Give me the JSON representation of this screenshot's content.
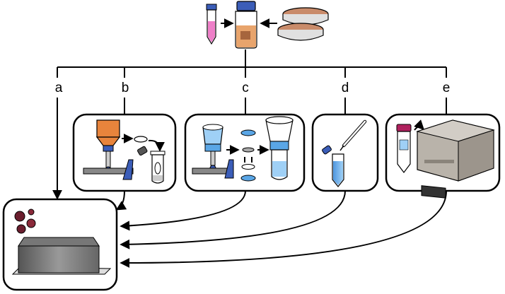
{
  "branches": [
    {
      "id": "a",
      "label": "a"
    },
    {
      "id": "b",
      "label": "b"
    },
    {
      "id": "c",
      "label": "c"
    },
    {
      "id": "d",
      "label": "d"
    },
    {
      "id": "e",
      "label": "e"
    }
  ],
  "icons": {
    "source": [
      "pink-sample-tube-icon",
      "sample-jar-icon",
      "petri-dish-icon"
    ],
    "method_b": [
      "vacuum-filter-funnel-icon",
      "filter-disc-icon",
      "cap-icon",
      "tube-with-filter-icon"
    ],
    "method_c": [
      "filter-unit-icon",
      "filter-membrane-icon",
      "swap-arrows-icon",
      "filter-stack-icon"
    ],
    "method_d": [
      "pipette-icon",
      "blue-tube-icon"
    ],
    "method_e": [
      "centrifuge-tube-icon",
      "centrifuge-icon"
    ],
    "target": [
      "virus-particles-icon",
      "plate-rack-icon"
    ]
  },
  "colors": {
    "orange_sample": "#e8843c",
    "blue_water": "#5aa6e6",
    "pink_tube": "#ee7fc8",
    "machine_gray": "#b9b3aa",
    "cap_blue": "#3b5db8",
    "cap_magenta": "#b0215e"
  }
}
